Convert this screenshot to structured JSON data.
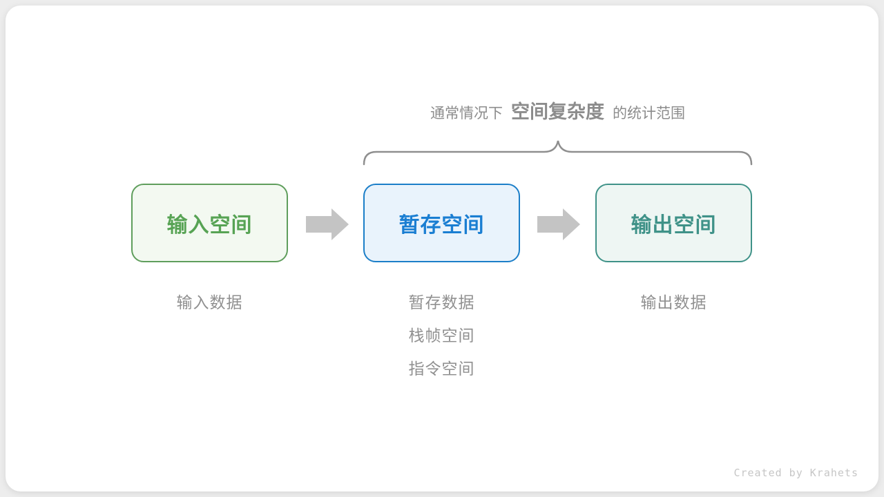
{
  "canvas": {
    "background_color": "#ededed",
    "card_background_color": "#ffffff"
  },
  "annotation": {
    "prefix": "通常情况下",
    "emphasis": "空间复杂度",
    "suffix": "的统计范围",
    "text_color": "#8c8c8c",
    "brace_color": "#8f8f8f"
  },
  "nodes": [
    {
      "id": "input-space",
      "label": "输入空间",
      "text_color": "#57a354",
      "border_color": "#5f9e5c",
      "fill_color": "#f3f9f1",
      "sub_items": [
        "输入数据"
      ]
    },
    {
      "id": "temp-space",
      "label": "暂存空间",
      "text_color": "#1a7ed2",
      "border_color": "#1b7ec8",
      "fill_color": "#e9f3fc",
      "sub_items": [
        "暂存数据",
        "栈帧空间",
        "指令空间"
      ]
    },
    {
      "id": "output-space",
      "label": "输出空间",
      "text_color": "#3f9288",
      "border_color": "#3f9288",
      "fill_color": "#eef6f3",
      "sub_items": [
        "输出数据"
      ]
    }
  ],
  "arrows": {
    "color": "#c4c4c4"
  },
  "sub_label_color": "#909090",
  "credit": {
    "text": "Created by Krahets",
    "color": "#c6c6c6"
  }
}
